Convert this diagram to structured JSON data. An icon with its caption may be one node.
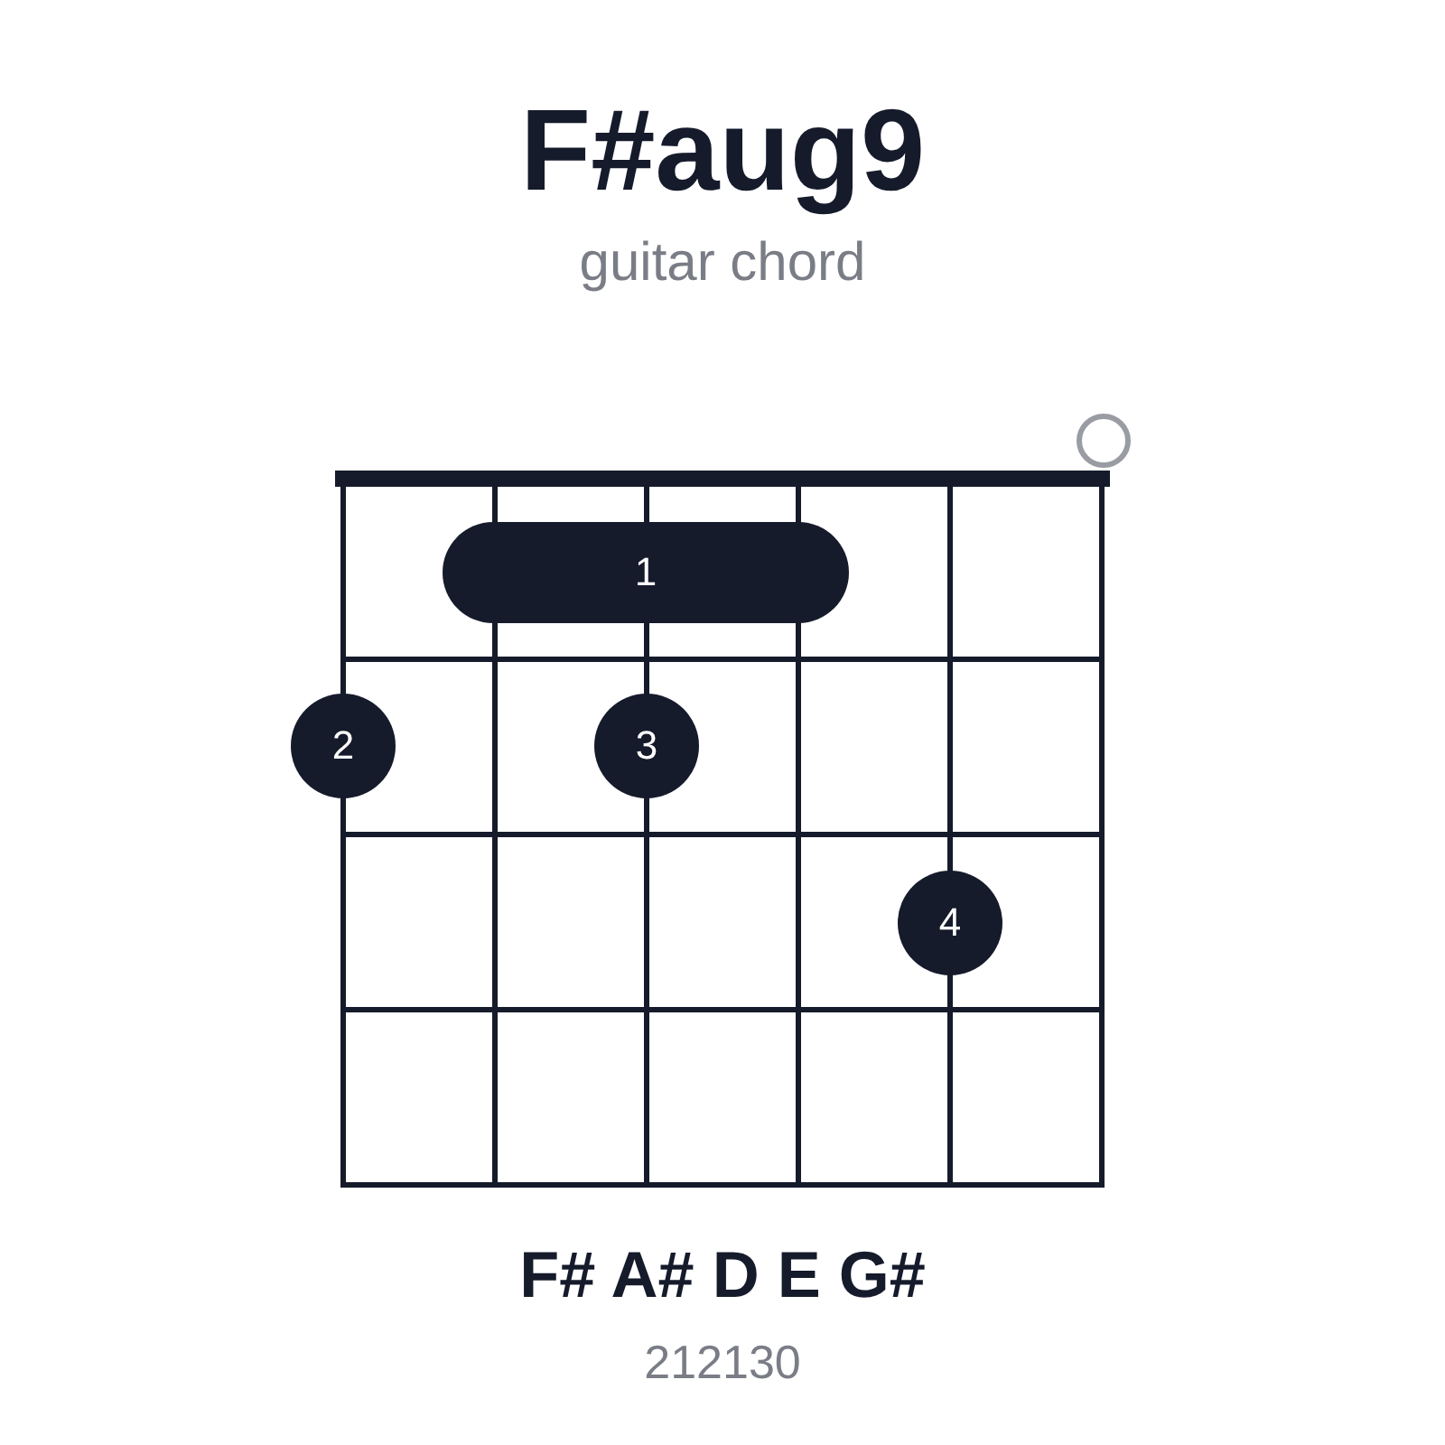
{
  "diagram": {
    "title": "F#aug9",
    "nodes": [
      {
        "text": [
          "1"
        ]
      },
      {
        "text": [],
        "shape": "circle"
      },
      {
        "text": [
          "2"
        ]
      },
      {
        "text": [
          "3"
        ]
      },
      {
        "text": [
          "4"
        ]
      }
    ],
    "labels": [
      "guitar chord",
      "F# A# D E G#",
      "212130"
    ]
  }
}
